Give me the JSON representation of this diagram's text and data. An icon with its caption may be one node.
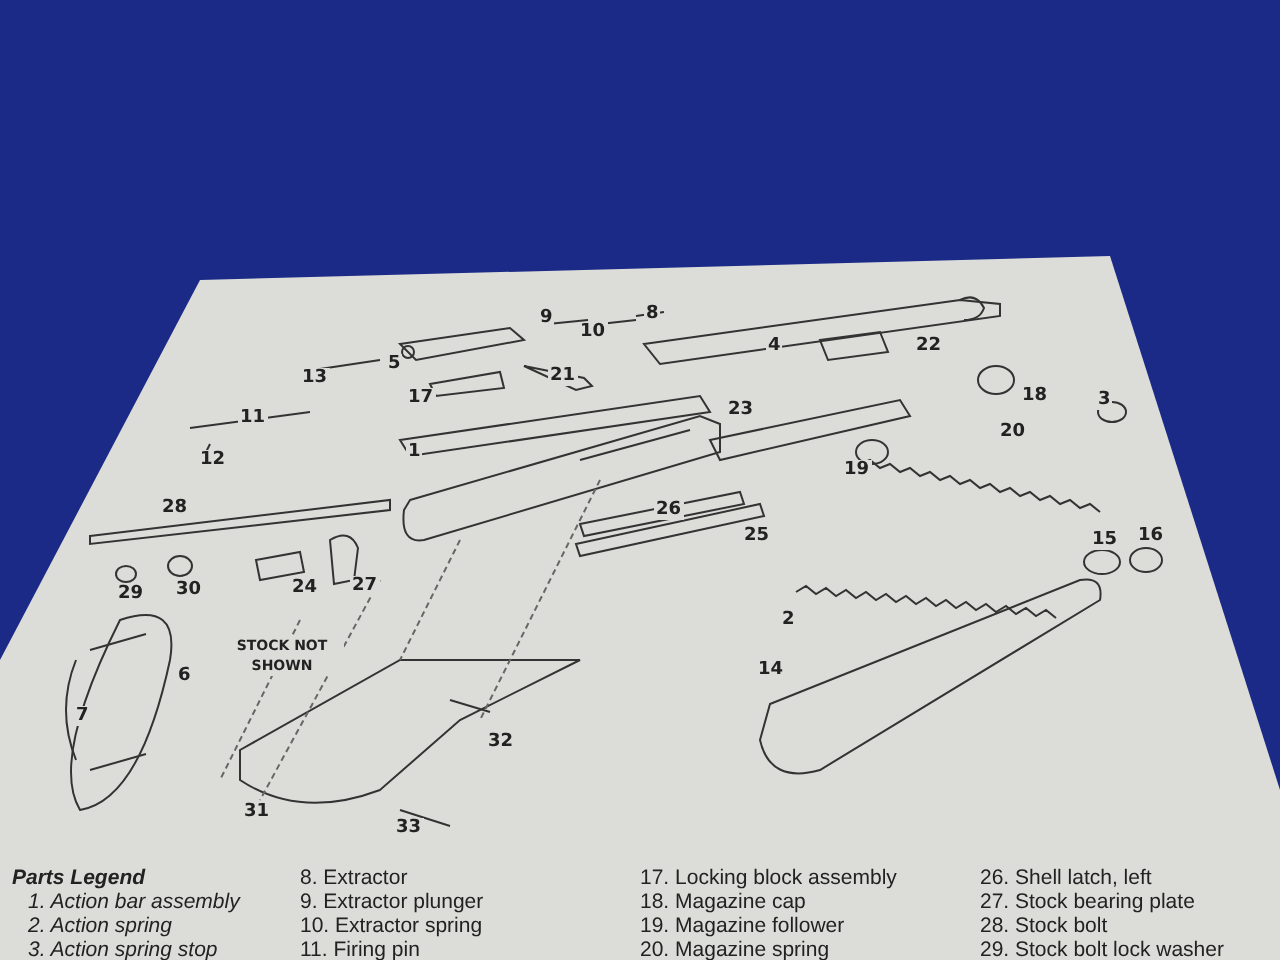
{
  "diagram": {
    "labels": [
      "9",
      "8",
      "10",
      "22",
      "4",
      "13",
      "5",
      "21",
      "17",
      "18",
      "3",
      "11",
      "23",
      "20",
      "1",
      "12",
      "19",
      "28",
      "26",
      "25",
      "30",
      "29",
      "24",
      "27",
      "16",
      "15",
      "2",
      "STOCK NOT SHOWN",
      "6",
      "14",
      "7",
      "32",
      "31",
      "33",
      "Parts Legend",
      "1. Action bar assembly",
      "2. Action spring",
      "3. Action spring stop",
      "8. Extractor",
      "9. Extractor plunger",
      "10. Extractor spring",
      "11. Firing pin",
      "17. Locking block assembly",
      "18. Magazine cap",
      "19. Magazine follower",
      "20. Magazine spring",
      "26. Shell latch, left",
      "27. Stock bearing plate",
      "28. Stock bolt",
      "29. Stock bolt lock washer"
    ]
  }
}
